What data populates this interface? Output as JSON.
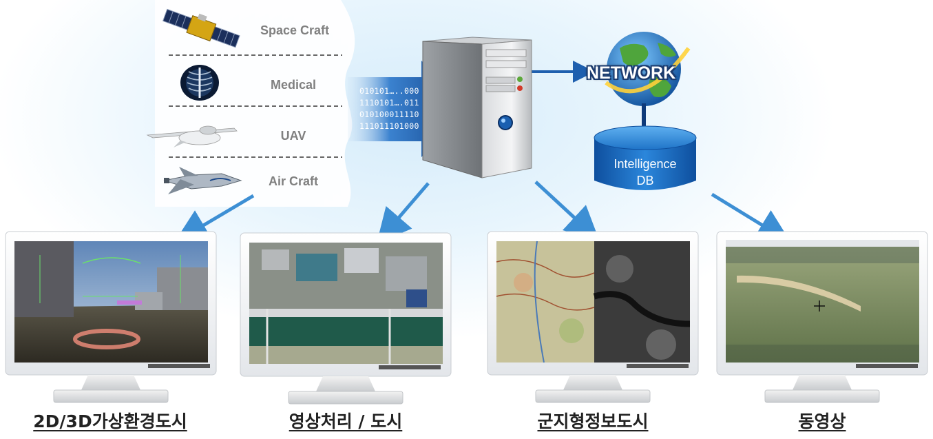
{
  "sources": [
    {
      "label": "Space Craft",
      "icon": "satellite-icon"
    },
    {
      "label": "Medical",
      "icon": "xray-icon"
    },
    {
      "label": "UAV",
      "icon": "uav-icon"
    },
    {
      "label": "Air Craft",
      "icon": "aircraft-icon"
    }
  ],
  "binary_lines": [
    "010101…..000",
    "1110101….011",
    "010100011110",
    "111011101000"
  ],
  "network_label": "NETWORK",
  "db_label_line1": "Intelligence",
  "db_label_line2": "DB",
  "monitors": [
    {
      "label": "2D/3D가상환경도시",
      "screen": "virtual-3d-environment"
    },
    {
      "label": "영상처리 / 도시",
      "screen": "satellite-image"
    },
    {
      "label": "군지형정보도시",
      "screen": "military-terrain-map"
    },
    {
      "label": "동영상",
      "screen": "video-feed"
    }
  ],
  "colors": {
    "arrow": "#3d8fd4",
    "server_arrow": "#1e5fae",
    "db": "#1d6fc4",
    "globe": "#2a8fd8"
  }
}
